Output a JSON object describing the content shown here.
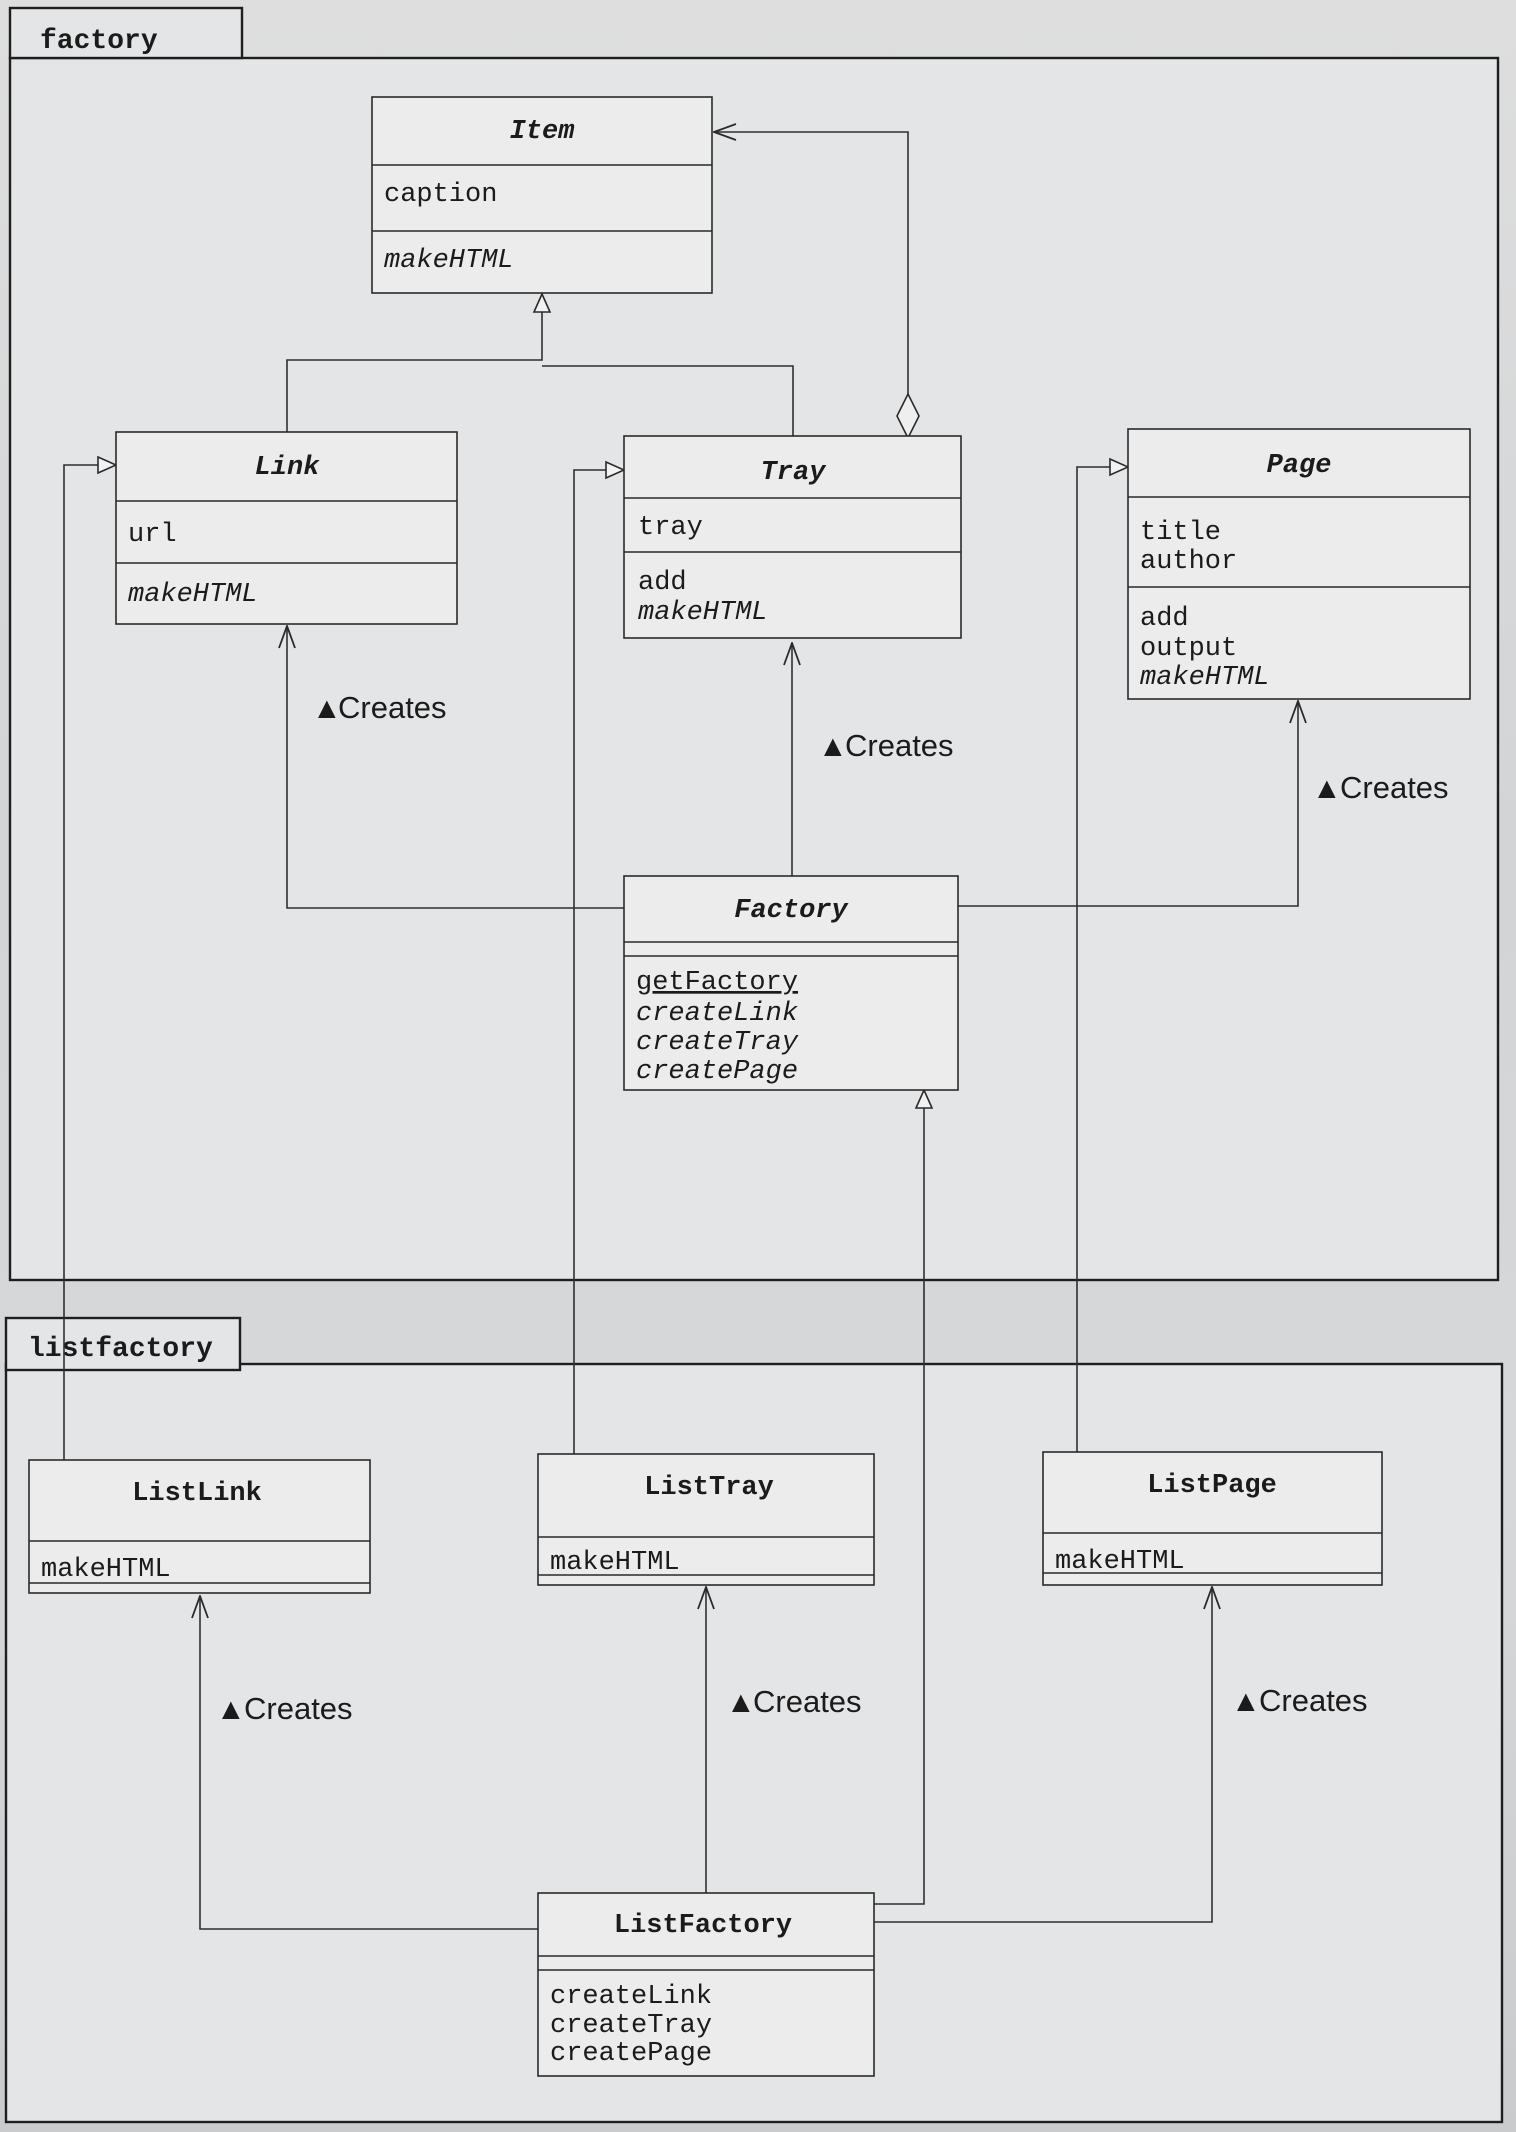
{
  "packages": {
    "factory": {
      "name": "factory"
    },
    "listfactory": {
      "name": "listfactory"
    }
  },
  "classes": {
    "item": {
      "name": "Item",
      "abstract": true,
      "attributes": [
        "caption"
      ],
      "methods": [
        "makeHTML"
      ]
    },
    "link": {
      "name": "Link",
      "abstract": true,
      "attributes": [
        "url"
      ],
      "methods": [
        "makeHTML"
      ]
    },
    "tray": {
      "name": "Tray",
      "abstract": true,
      "attributes": [
        "tray"
      ],
      "methods": [
        "add",
        "makeHTML"
      ]
    },
    "page": {
      "name": "Page",
      "abstract": true,
      "attributes": [
        "title",
        "author"
      ],
      "methods": [
        "add",
        "output",
        "makeHTML"
      ]
    },
    "factory": {
      "name": "Factory",
      "abstract": true,
      "attributes": [],
      "methods": [
        "getFactory",
        "createLink",
        "createTray",
        "createPage"
      ]
    },
    "listlink": {
      "name": "ListLink",
      "abstract": false,
      "attributes": [],
      "methods": [
        "makeHTML"
      ]
    },
    "listtray": {
      "name": "ListTray",
      "abstract": false,
      "attributes": [],
      "methods": [
        "makeHTML"
      ]
    },
    "listpage": {
      "name": "ListPage",
      "abstract": false,
      "attributes": [],
      "methods": [
        "makeHTML"
      ]
    },
    "listfactory": {
      "name": "ListFactory",
      "abstract": false,
      "attributes": [],
      "methods": [
        "createLink",
        "createTray",
        "createPage"
      ]
    }
  },
  "relations": {
    "creates_label": "Creates",
    "creates_marker": "▲"
  }
}
